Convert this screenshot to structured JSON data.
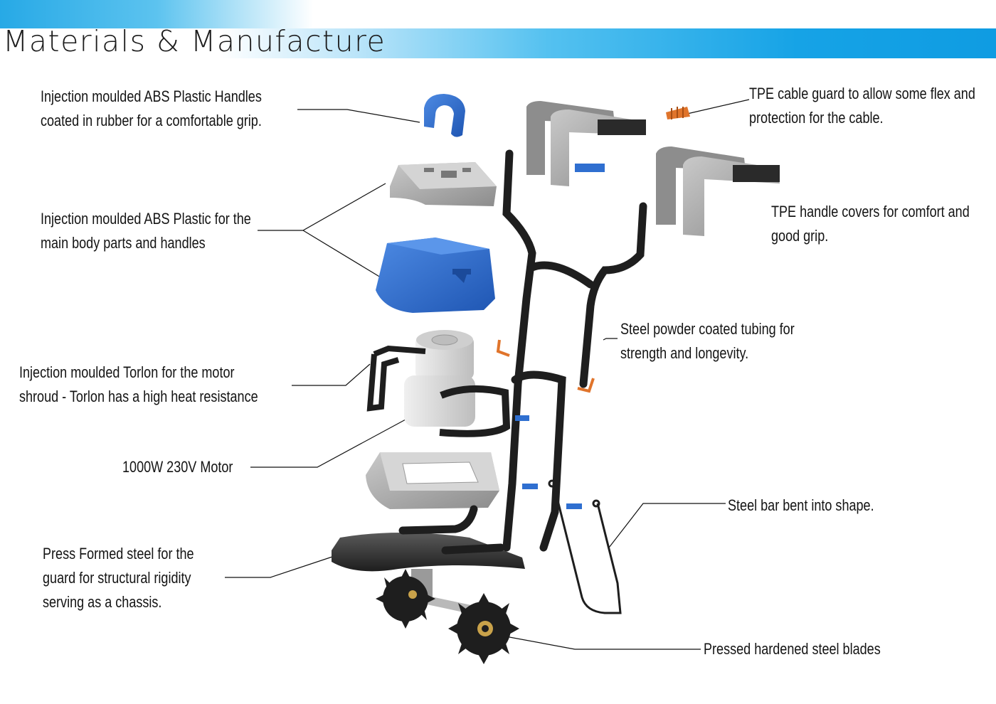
{
  "title": "Materials & Manufacture",
  "annotations": [
    {
      "id": "abs-handles",
      "lines": [
        "Injection moulded ABS Plastic Handles",
        "coated in rubber for a comfortable grip."
      ]
    },
    {
      "id": "abs-body",
      "lines": [
        "Injection moulded ABS Plastic for the",
        "main body parts and handles"
      ]
    },
    {
      "id": "torlon",
      "lines": [
        "Injection moulded Torlon for the motor",
        "shroud - Torlon has a high heat resistance"
      ]
    },
    {
      "id": "motor",
      "lines": [
        "1000W 230V Motor"
      ]
    },
    {
      "id": "guard",
      "lines": [
        "Press Formed steel for the",
        "guard for structural rigidity",
        "serving as a chassis."
      ]
    },
    {
      "id": "cable-guard",
      "lines": [
        "TPE cable guard to allow some flex and",
        "protection for the cable."
      ]
    },
    {
      "id": "handle-covers",
      "lines": [
        "TPE handle covers for comfort and",
        "good grip."
      ]
    },
    {
      "id": "tubing",
      "lines": [
        "Steel powder coated tubing for",
        "strength and longevity."
      ]
    },
    {
      "id": "steel-bar",
      "lines": [
        "Steel bar bent into shape."
      ]
    },
    {
      "id": "blades",
      "lines": [
        "Pressed hardened steel blades"
      ]
    }
  ],
  "colors": {
    "banner_blue": "#0f9ce2",
    "abs_blue": "#2f6fd0",
    "abs_grey": "#a9a9a9",
    "torlon_grey": "#dcdcdc",
    "steel_black": "#1e1e1e",
    "tpe_orange": "#e0742b"
  }
}
